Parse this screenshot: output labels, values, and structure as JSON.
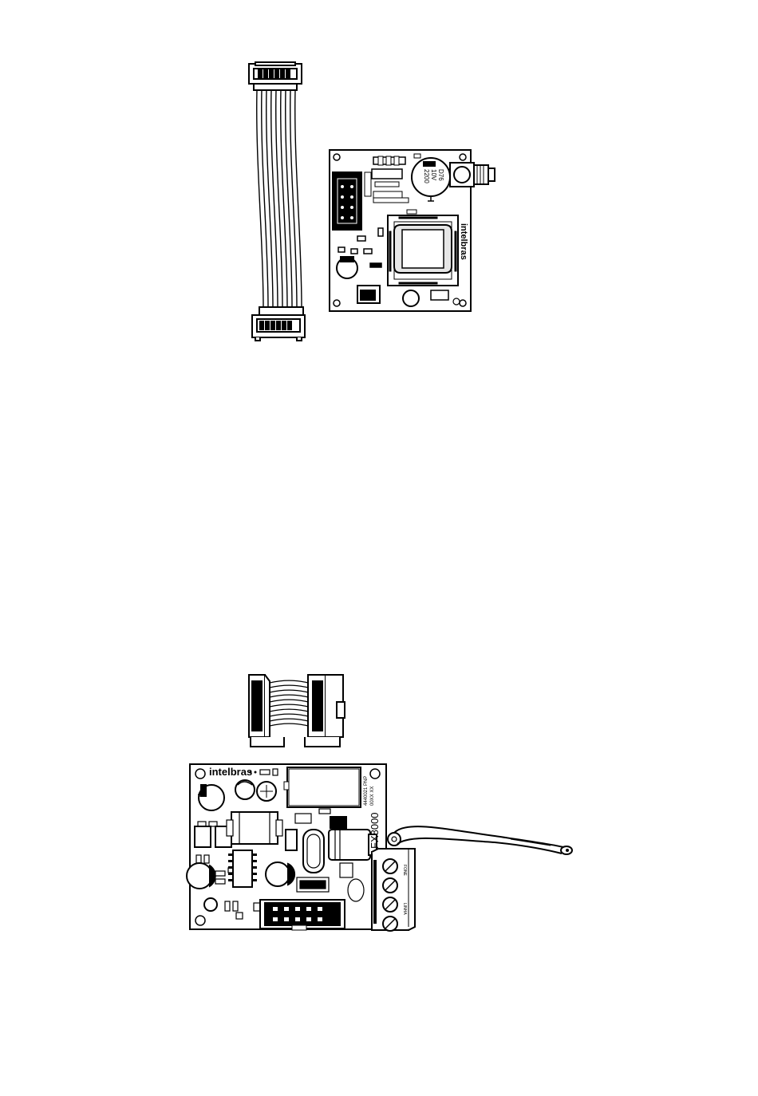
{
  "module_top": {
    "brand": "intelbras",
    "capacitor_lines": [
      "2200",
      "10V",
      "D76"
    ]
  },
  "module_bottom": {
    "brand": "intelbras",
    "model": "FX8000",
    "small_print_1": "4440021 PNP",
    "small_print_2": "00XX XX",
    "terminal_label_top": "FONE",
    "terminal_label_bottom": "LINHA"
  },
  "colors": {
    "ink": "#000000",
    "paper": "#ffffff",
    "chip_fill": "#e6e6e6"
  }
}
